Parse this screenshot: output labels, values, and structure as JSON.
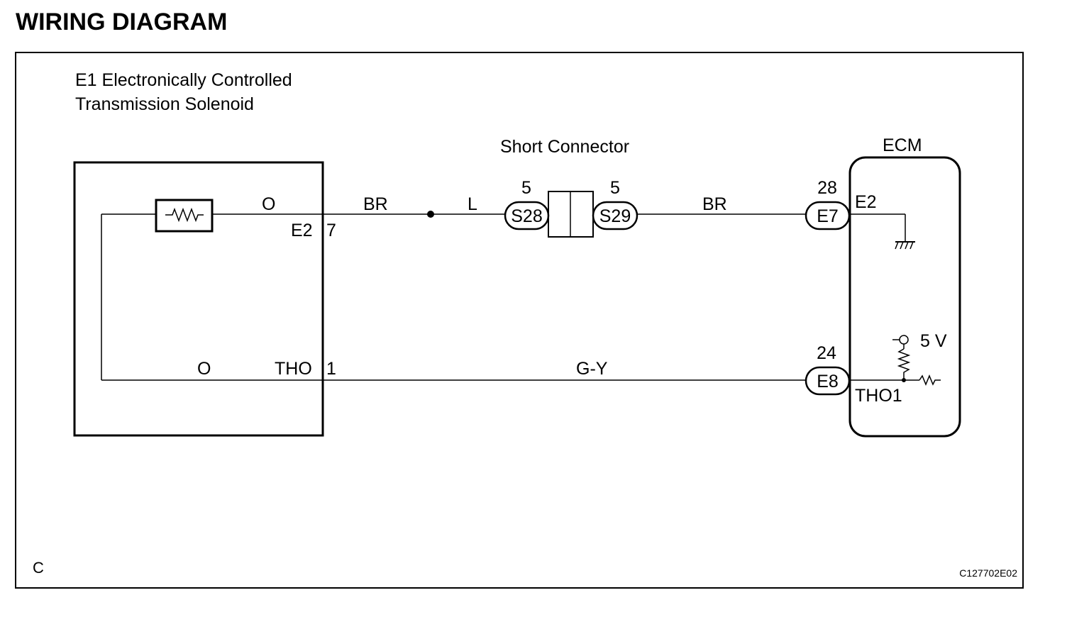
{
  "title": "WIRING DIAGRAM",
  "component_label": [
    "E1 Electronically Controlled",
    "Transmission Solenoid"
  ],
  "short_connector_label": "Short Connector",
  "ecm_label": "ECM",
  "solenoid": {
    "wire_top": "O",
    "wire_bottom": "O",
    "pin_top_name": "E2",
    "pin_top_num": "7",
    "pin_bottom_name": "THO",
    "pin_bottom_num": "1"
  },
  "top_wire": {
    "color_left": "BR",
    "color_mid": "L",
    "color_right": "BR",
    "s28": {
      "pin": "5",
      "id": "S28"
    },
    "s29": {
      "pin": "5",
      "id": "S29"
    }
  },
  "bottom_wire": {
    "color": "G-Y"
  },
  "ecm": {
    "e7": {
      "pin": "28",
      "id": "E7",
      "terminal": "E2"
    },
    "e8": {
      "pin": "24",
      "id": "E8",
      "terminal": "THO1"
    },
    "supply": "5 V"
  },
  "corner_letter": "C",
  "figure_code": "C127702E02"
}
